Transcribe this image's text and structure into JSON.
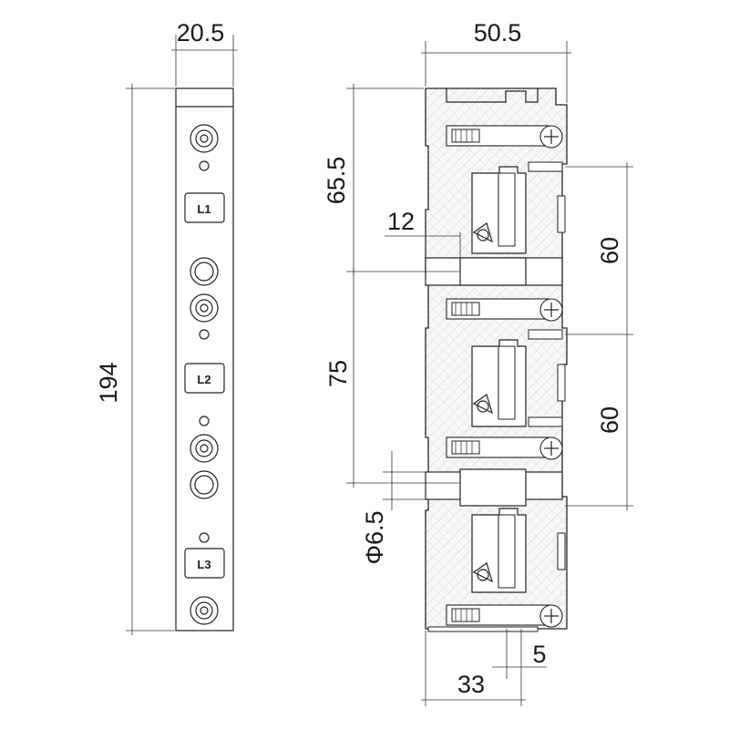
{
  "dimensions": {
    "side_width": "20.5",
    "front_width": "50.5",
    "total_height": "194",
    "first_pitch": "65.5",
    "offset_12": "12",
    "pitch_75": "75",
    "right_pitch_top": "60",
    "right_pitch_bottom": "60",
    "hole_diameter": "Φ6.5",
    "gap_5": "5",
    "depth_33": "33"
  },
  "labels": {
    "l1": "L1",
    "l2": "L2",
    "l3": "L3"
  },
  "colors": {
    "line": "#222222",
    "hatch_fill": "#f4f4f4"
  }
}
